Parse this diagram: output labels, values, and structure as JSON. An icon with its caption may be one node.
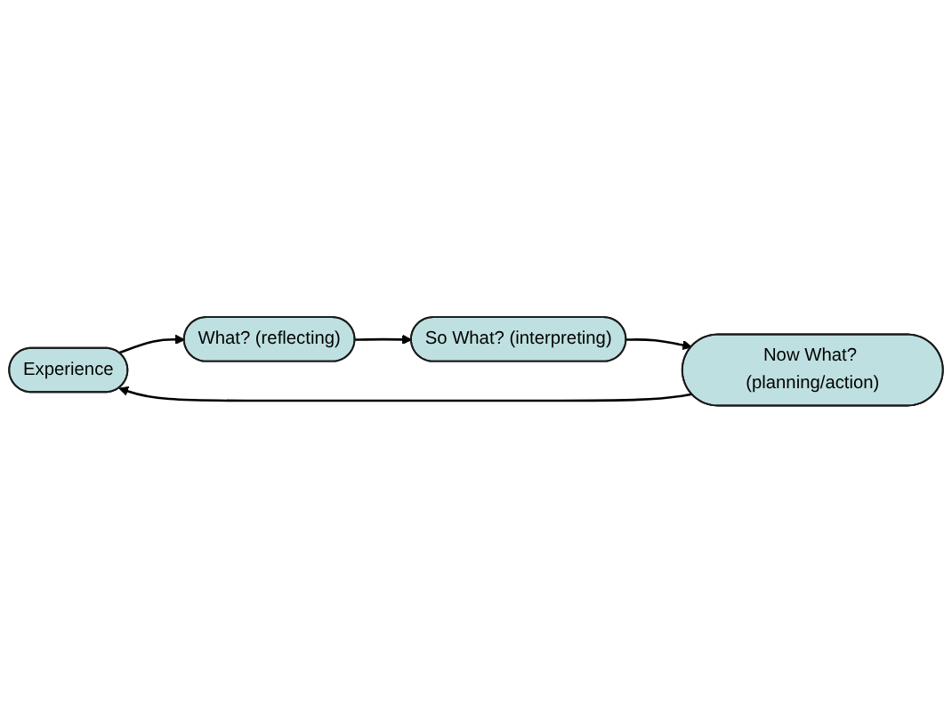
{
  "diagram": {
    "nodes": [
      {
        "text": [
          "Experience"
        ]
      },
      {
        "text": [
          "What? (reflecting)"
        ]
      },
      {
        "text": [
          "So What? (interpreting)"
        ]
      },
      {
        "text": [
          "Now What? (planning/action)"
        ]
      }
    ],
    "edges": [
      {
        "from": 0,
        "to": 1,
        "arrow": "to"
      },
      {
        "from": 1,
        "to": 2,
        "arrow": "to"
      },
      {
        "from": 2,
        "to": 3,
        "arrow": "to"
      },
      {
        "from": 3,
        "to": 0,
        "arrow": "to"
      }
    ]
  }
}
